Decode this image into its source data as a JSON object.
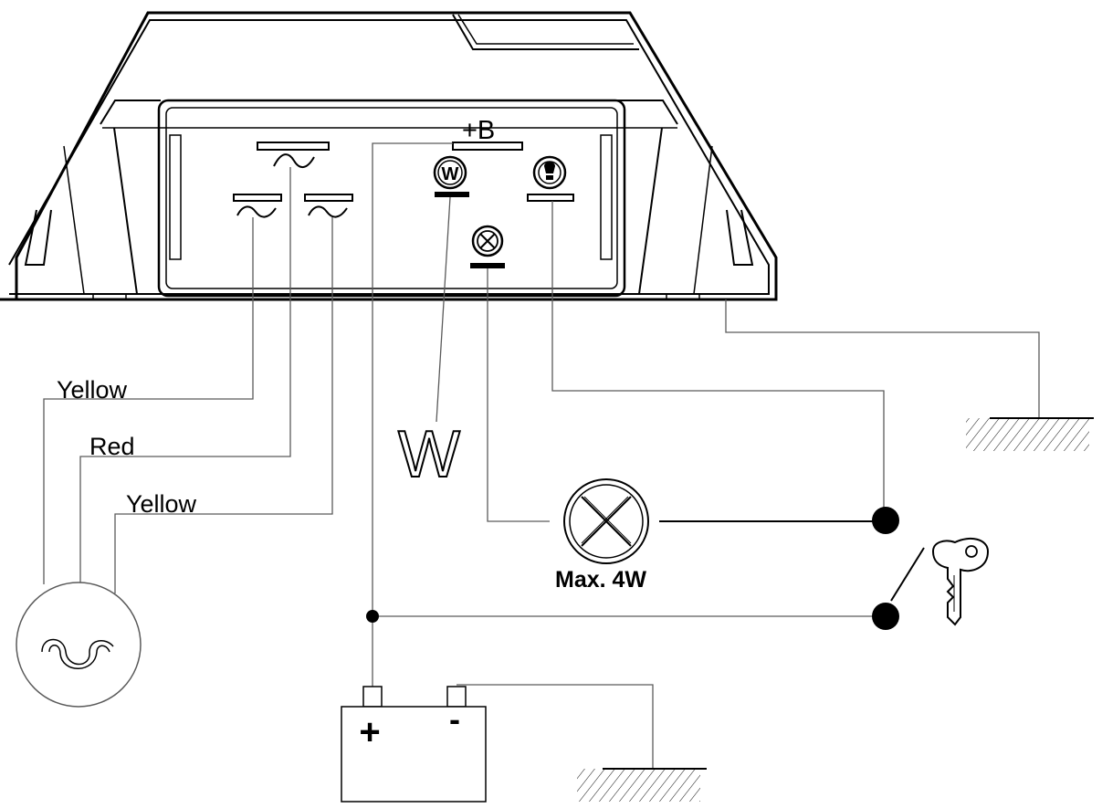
{
  "title": "",
  "terminals": {
    "b_plus": "+B",
    "w_symbol": "W"
  },
  "wires": {
    "yellow_1": "Yellow",
    "red": "Red",
    "yellow_2": "Yellow"
  },
  "w_output_label": "W",
  "lamp_rating": "Max. 4W",
  "battery": {
    "positive": "+",
    "negative": "-"
  },
  "colors": {
    "line": "#000000",
    "wire": "#5a5a5a",
    "background": "#ffffff"
  }
}
